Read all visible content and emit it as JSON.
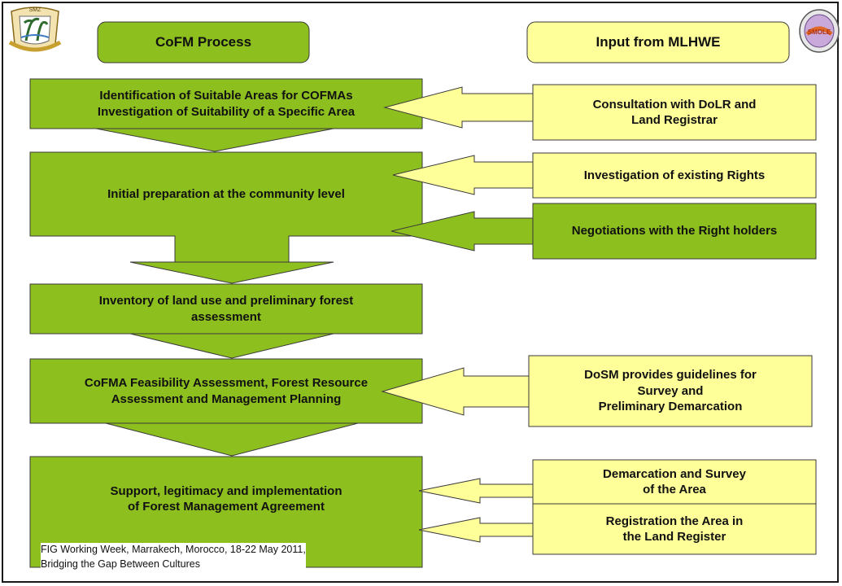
{
  "header": {
    "left_title": "CoFM Process",
    "right_title": "Input from MLHWE"
  },
  "process_steps": [
    {
      "text": "Identification of Suitable Areas for COFMAs\nInvestigation of Suitability of a Specific Area"
    },
    {
      "text": "Initial preparation at the community level"
    },
    {
      "text": "Inventory of land use and preliminary forest\nassessment"
    },
    {
      "text": "CoFMA Feasibility Assessment,  Forest Resource\nAssessment and Management Planning"
    },
    {
      "text": "Support, legitimacy and implementation\nof Forest Management Agreement"
    }
  ],
  "inputs": [
    {
      "text": "Consultation with DoLR and\nLand Registrar",
      "color": "#ffff99"
    },
    {
      "text": "Investigation of existing Rights",
      "color": "#ffff99"
    },
    {
      "text": "Negotiations with the Right holders",
      "color": "#8dbf1f"
    },
    {
      "text": "DoSM provides guidelines for\nSurvey and\nPreliminary Demarcation",
      "color": "#ffff99"
    },
    {
      "text": "Demarcation and Survey\nof the Area",
      "color": "#ffff99"
    },
    {
      "text": "Registration the Area in\nthe Land Register",
      "color": "#ffff99"
    }
  ],
  "footer": {
    "text": "FIG Working Week, Marrakech, Morocco, 18-22 May 2011,\nBridging the Gap Between Cultures"
  },
  "logos": {
    "left": {
      "name": "zanzibar-coat-of-arms",
      "text": "SMZ"
    },
    "right": {
      "name": "smole-logo",
      "text": "SMOLE"
    }
  },
  "colors": {
    "process_green": "#8dbf1f",
    "input_yellow": "#ffff99",
    "outline": "#333333"
  }
}
